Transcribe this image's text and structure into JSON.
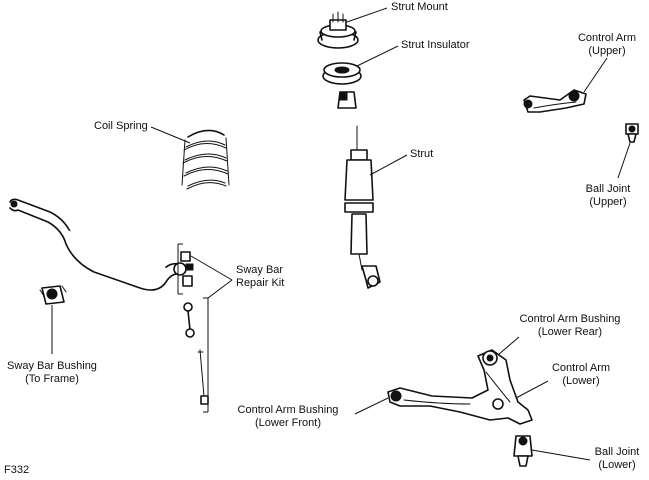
{
  "labels": {
    "strut_mount": "Strut Mount",
    "strut_insulator": "Strut Insulator",
    "control_arm_upper": [
      "Control Arm",
      "(Upper)"
    ],
    "coil_spring": "Coil Spring",
    "strut": "Strut",
    "ball_joint_upper": [
      "Ball Joint",
      "(Upper)"
    ],
    "sway_bar_repair_kit": [
      "Sway Bar",
      "Repair Kit"
    ],
    "sway_bar_bushing": [
      "Sway Bar Bushing",
      "(To Frame)"
    ],
    "control_arm_bushing_lower_rear": [
      "Control Arm Bushing",
      "(Lower Rear)"
    ],
    "control_arm_lower": [
      "Control Arm",
      "(Lower)"
    ],
    "control_arm_bushing_lower_front": [
      "Control Arm Bushing",
      "(Lower Front)"
    ],
    "ball_joint_lower": [
      "Ball Joint",
      "(Lower)"
    ],
    "figure_code": "F332"
  }
}
